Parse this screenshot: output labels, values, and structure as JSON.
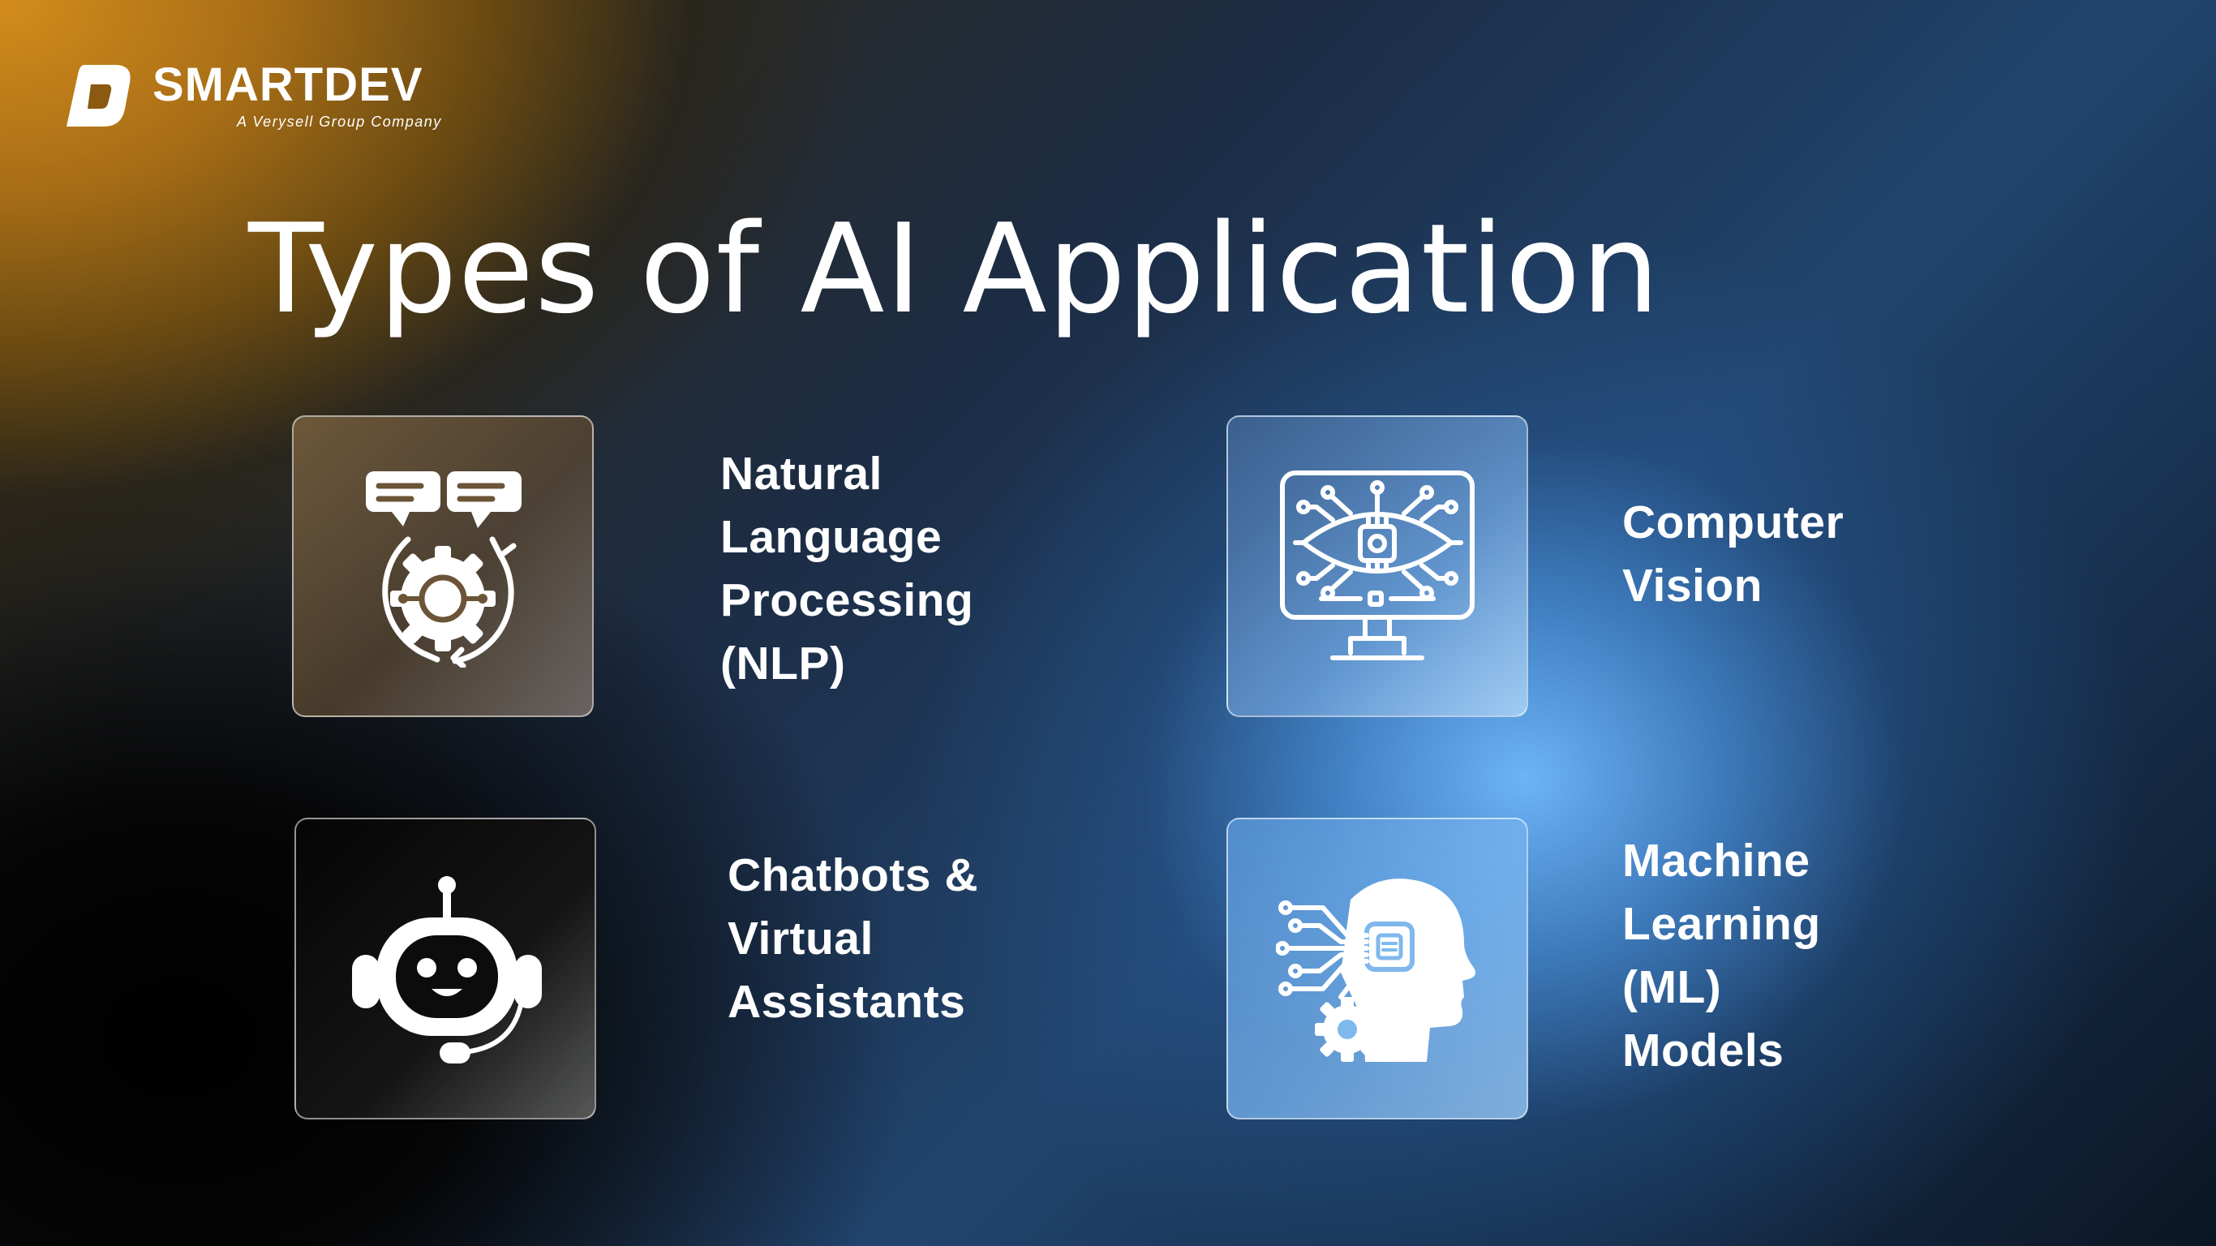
{
  "brand": {
    "name": "SMARTDEV",
    "tagline": "A Verysell Group Company",
    "logo_icon": "smartdev-d-logo-icon"
  },
  "title": "Types of AI Application",
  "colors": {
    "text": "#ffffff",
    "accent_orange": "#d48c1c",
    "accent_blue": "#70baff",
    "dark": "#000000"
  },
  "items": [
    {
      "icon": "nlp-gear-speech-icon",
      "lines": [
        "Natural",
        "Language",
        "Processing",
        "(NLP)"
      ]
    },
    {
      "icon": "computer-vision-eye-monitor-icon",
      "lines": [
        "Computer",
        "Vision"
      ]
    },
    {
      "icon": "chatbot-robot-headset-icon",
      "lines": [
        "Chatbots &",
        "Virtual",
        "Assistants"
      ]
    },
    {
      "icon": "machine-learning-head-circuit-icon",
      "lines": [
        "Machine",
        "Learning",
        "(ML)",
        "Models"
      ]
    }
  ]
}
